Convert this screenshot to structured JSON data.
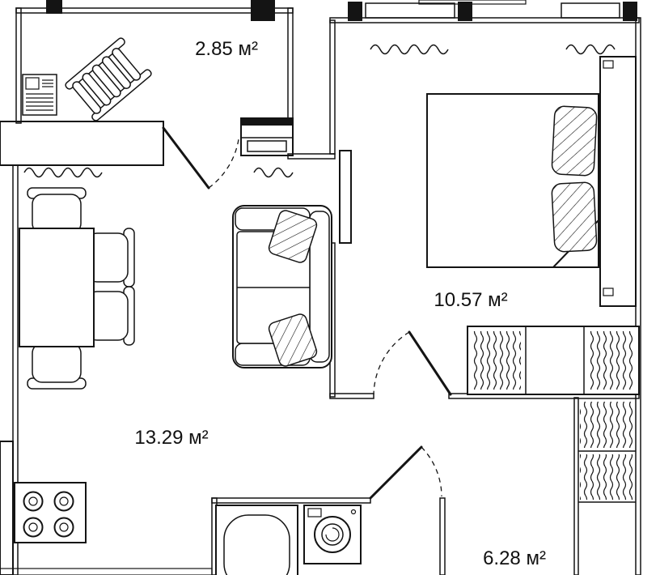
{
  "rooms": {
    "balcony": {
      "name": "balcony",
      "area_label": "2.85 м²"
    },
    "bedroom": {
      "name": "bedroom",
      "area_label": "10.57 м²"
    },
    "living_room": {
      "name": "living-room",
      "area_label": "13.29 м²"
    },
    "hallway": {
      "name": "hallway",
      "area_label": "6.28 м²"
    }
  },
  "icons": {
    "bed-icon": "double bed with two striped pillows and folded blanket corner",
    "wardrobe-icon": "tall wardrobe along bedroom wall",
    "closet-icon": "closet with hanging clothes (vertical wave hatch)",
    "hallway-closet-icon": "hall closet with hanging clothes",
    "sofa-icon": "two-seat sofa with two striped throw pillows",
    "dining-table-icon": "rectangular table with four chairs",
    "stove-icon": "cooktop with four burners",
    "bathtub-icon": "bathtub",
    "washing-machine-icon": "washing machine with round drum",
    "deck-chair-icon": "folded deck chair on balcony",
    "newspaper-icon": "small newspaper/frame on balcony",
    "radiator-icon": "wavy radiator line under window",
    "window-icon": "diagonal-hatched window band",
    "door-swing": "door leaf with dashed swing arc"
  },
  "colors": {
    "background": "#ffffff",
    "line": "#141414",
    "wall_gray": "#c7c7c7"
  }
}
